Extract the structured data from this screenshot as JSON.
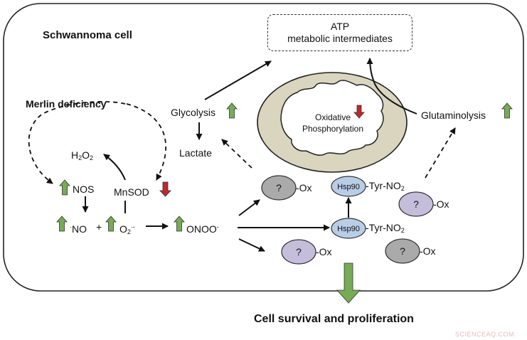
{
  "title": "Schwannoma cell",
  "merlin": "Merlin deficiency",
  "atp_box": {
    "line1": "ATP",
    "line2": "metabolic intermediates"
  },
  "glycolysis": "Glycolysis",
  "lactate": "Lactate",
  "oxphos": {
    "line1": "Oxidative",
    "line2": "Phosphorylation"
  },
  "glutaminolysis": "Glutaminolysis",
  "nos": "NOS",
  "h2o2": {
    "base": "H",
    "sub1": "2",
    "mid": "O",
    "sub2": "2"
  },
  "mnsod": "MnSOD",
  "no_radical": {
    "dot": "·",
    "text": "NO"
  },
  "plus": "+",
  "superoxide": {
    "base": "O",
    "sub": "2",
    "sup": "·-"
  },
  "onoo": {
    "text": "ONOO",
    "sup": "-"
  },
  "unknown": "?",
  "ox": "-Ox",
  "hsp90": "Hsp90",
  "tyr_no2": {
    "base": "-Tyr-NO",
    "sub": "2"
  },
  "survival": "Cell survival and proliferation",
  "watermark": "SCIENCEAQ.COM",
  "colors": {
    "up_arrow": "#77ab56",
    "down_arrow": "#c0282d",
    "mito": "#d9d5be",
    "hsp90": "#b8cee6",
    "ox_gray": "#aaaaaa",
    "ox_purple": "#c5bedb"
  },
  "icons": {
    "up": "green-up-arrow-icon",
    "down": "red-down-arrow-icon"
  }
}
